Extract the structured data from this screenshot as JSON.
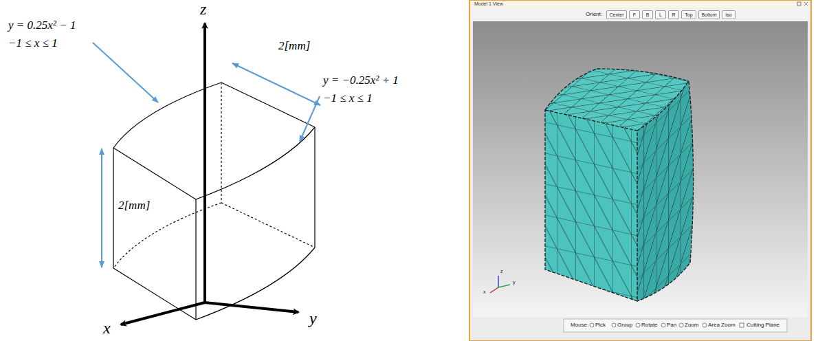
{
  "diagram": {
    "nodes": [
      {
        "text": [
          "Center"
        ]
      },
      {
        "text": [
          "F"
        ]
      },
      {
        "text": [
          "B"
        ]
      },
      {
        "text": [
          "L"
        ]
      },
      {
        "text": [
          "R"
        ]
      },
      {
        "text": [
          "Top"
        ]
      },
      {
        "text": [
          "Bottom"
        ]
      },
      {
        "text": [
          "Iso"
        ]
      }
    ],
    "labels": [
      "z",
      "y = 0.25x² − 1",
      "−1 ≤ x ≤ 1",
      "2[mm]",
      "y = −0.25x² + 1",
      "−1 ≤ x ≤ 1",
      "2[mm]",
      "x",
      "y",
      "Model 1 View",
      "Orient:",
      "z",
      "x",
      "y",
      "Mouse:",
      "Pick",
      "Group",
      "Rotate",
      "Pan",
      "Zoom",
      "Area Zoom",
      "Cutting Plane"
    ]
  }
}
